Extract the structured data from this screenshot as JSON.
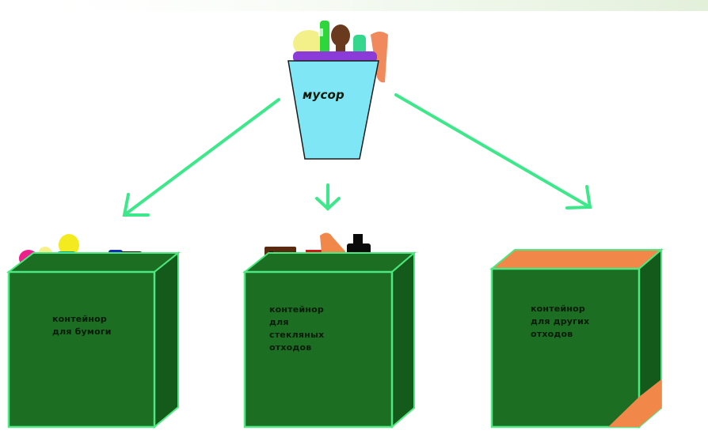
{
  "source": {
    "label": "мусор"
  },
  "containers": [
    {
      "id": "paper",
      "label": "контейнор\nдля бумоги"
    },
    {
      "id": "glass",
      "label": "контейнор\nдля\nстекляных\nотходов"
    },
    {
      "id": "other",
      "label": "контейнор\nдля других\nотходов"
    }
  ],
  "colors": {
    "arrow": "#3de88a",
    "box_fill": "#1b6e22",
    "box_side": "#145a1a",
    "box_edge": "#4de87f",
    "bucket_fill": "#7fe6f5",
    "orange": "#f2874a"
  }
}
